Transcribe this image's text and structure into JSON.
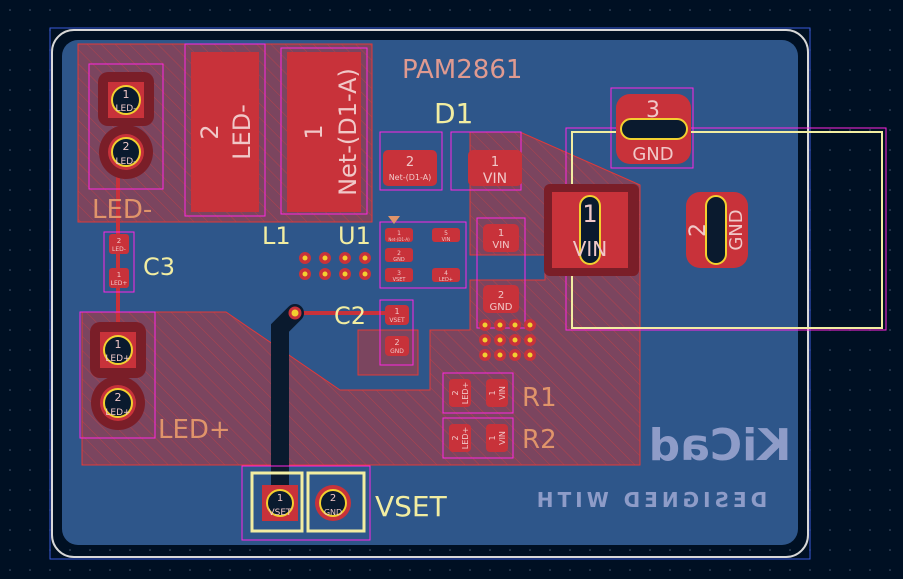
{
  "board": {
    "title_text": "PAM2861",
    "colors": {
      "background": "#001023",
      "board": "#2e568a",
      "zone": "#c83434",
      "pad": "#c8323a",
      "silkscreen": "#f2eda1",
      "fab": "#e0946a",
      "courtyard": "#ff26e2"
    }
  },
  "references": {
    "d1": "D1",
    "u1": "U1",
    "c2": "C2",
    "c3": "C3",
    "l1": "L1",
    "r1": "R1",
    "r2": "R2",
    "vset": "VSET",
    "led_minus": "LED-",
    "led_plus": "LED+"
  },
  "pads": {
    "l1_p2_num": "2",
    "l1_p2_net": "LED-",
    "l1_p1_num": "1",
    "l1_p1_net": "Net-(D1-A)",
    "d1_p2_num": "2",
    "d1_p2_net": "Net-(D1-A)",
    "d1_p1_num": "1",
    "d1_p1_net": "VIN",
    "jin_p3_num": "3",
    "jin_p3_net": "GND",
    "jin_p1_num": "1",
    "jin_p1_net": "VIN",
    "jin_p2_num": "2",
    "jin_p2_net": "GND",
    "ledm_p1_num": "1",
    "ledm_p1_net": "LED-",
    "ledm_p2_num": "2",
    "ledm_p2_net": "LED-",
    "c3_p2_num": "2",
    "c3_p2_net": "LED-",
    "c3_p1_num": "1",
    "c3_p1_net": "LED+",
    "ledp_p1_num": "1",
    "ledp_p1_net": "LED+",
    "ledp_p2_num": "2",
    "ledp_p2_net": "LED+",
    "u1_p1_num": "1",
    "u1_p1_net": "Net-(D1-A)",
    "u1_p2_num": "2",
    "u1_p2_net": "GND",
    "u1_p3_num": "3",
    "u1_p3_net": "VSET",
    "u1_p4_num": "4",
    "u1_p4_net": "LED+",
    "u1_p5_num": "5",
    "u1_p5_net": "VIN",
    "cin_p1_num": "1",
    "cin_p1_net": "VIN",
    "cin_p2_num": "2",
    "cin_p2_net": "GND",
    "c2_p1_num": "1",
    "c2_p1_net": "VSET",
    "c2_p2_num": "2",
    "c2_p2_net": "GND",
    "r1_p2_num": "2",
    "r1_p2_net": "LED+",
    "r1_p1_num": "1",
    "r1_p1_net": "VIN",
    "r2_p2_num": "2",
    "r2_p2_net": "LED+",
    "r2_p1_num": "1",
    "r2_p1_net": "VIN",
    "vset_p1_num": "1",
    "vset_p1_net": "VSET",
    "vset_p2_num": "2",
    "vset_p2_net": "GND"
  },
  "logo": {
    "text": "KiCad",
    "subtitle": "DESIGNED WITH"
  }
}
